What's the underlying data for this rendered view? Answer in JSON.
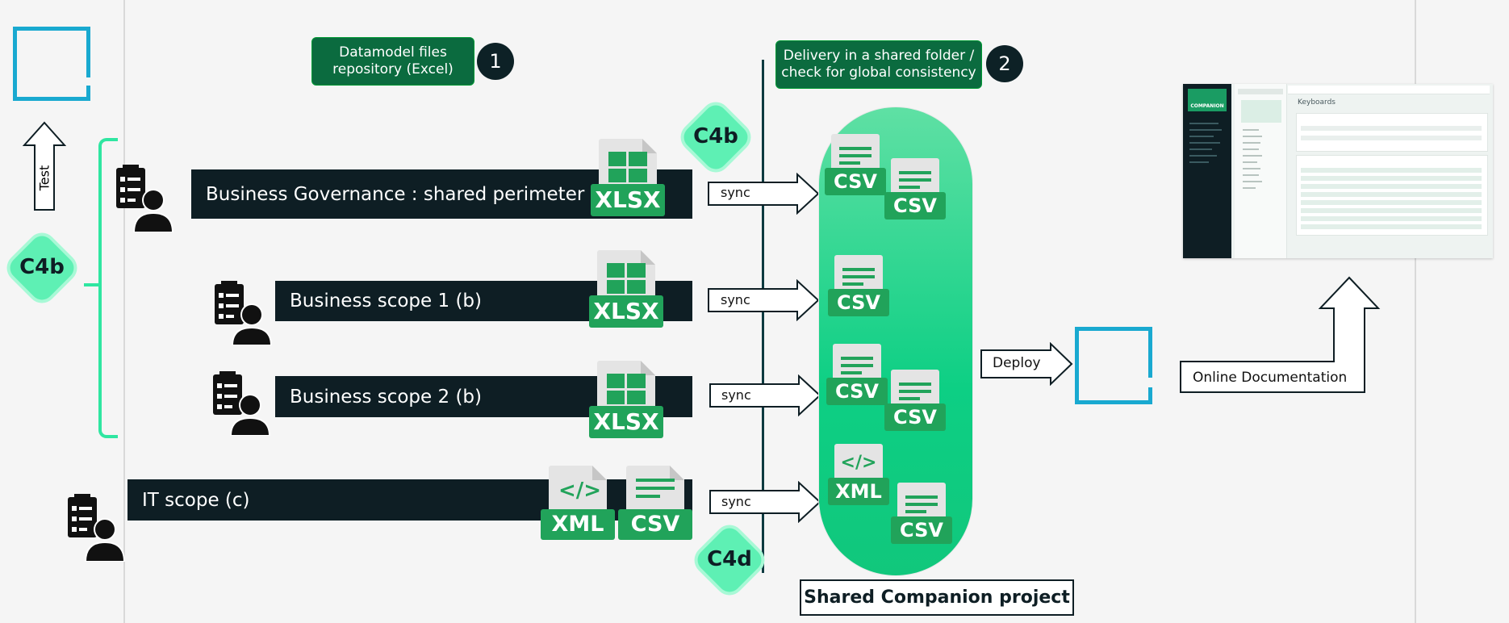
{
  "labels": {
    "repo_pill": "Datamodel files repository (Excel)",
    "repo_num": "1",
    "delivery_pill": "Delivery in a shared folder / check for global consistency",
    "delivery_num": "2",
    "test": "Test",
    "c4b_left": "C4b",
    "c4b_top": "C4b",
    "c4d": "C4d",
    "deploy": "Deploy",
    "online_doc": "Online Documentation",
    "shared_project": "Shared Companion project"
  },
  "rows": [
    {
      "label": "Business Governance : shared perimeter (a)",
      "sync": "sync",
      "files": [
        "XLSX"
      ]
    },
    {
      "label": "Business scope 1 (b)",
      "sync": "sync",
      "files": [
        "XLSX"
      ]
    },
    {
      "label": "Business scope 2 (b)",
      "sync": "sync",
      "files": [
        "XLSX"
      ]
    },
    {
      "label": "IT scope (c)",
      "sync": "sync",
      "files": [
        "XML",
        "CSV"
      ]
    }
  ],
  "capsule_files": [
    "CSV",
    "CSV",
    "CSV",
    "CSV",
    "CSV",
    "XML",
    "CSV"
  ],
  "screenshot": {
    "app_title": "COMPANION",
    "page_heading": "Keyboards"
  },
  "colors": {
    "bar": "#0e1e24",
    "green_tag": "#21a35a",
    "capsule": "#0dcf84",
    "accent_mint": "#5ef0b4",
    "logo_blue": "#19a9d0",
    "dark_pill": "#0b6b3f"
  },
  "icons": [
    "person-with-clipboard-icon",
    "spreadsheet-file-icon",
    "code-file-icon",
    "text-file-icon",
    "arrow-right-icon",
    "arrow-up-icon",
    "logo-square-icon"
  ]
}
